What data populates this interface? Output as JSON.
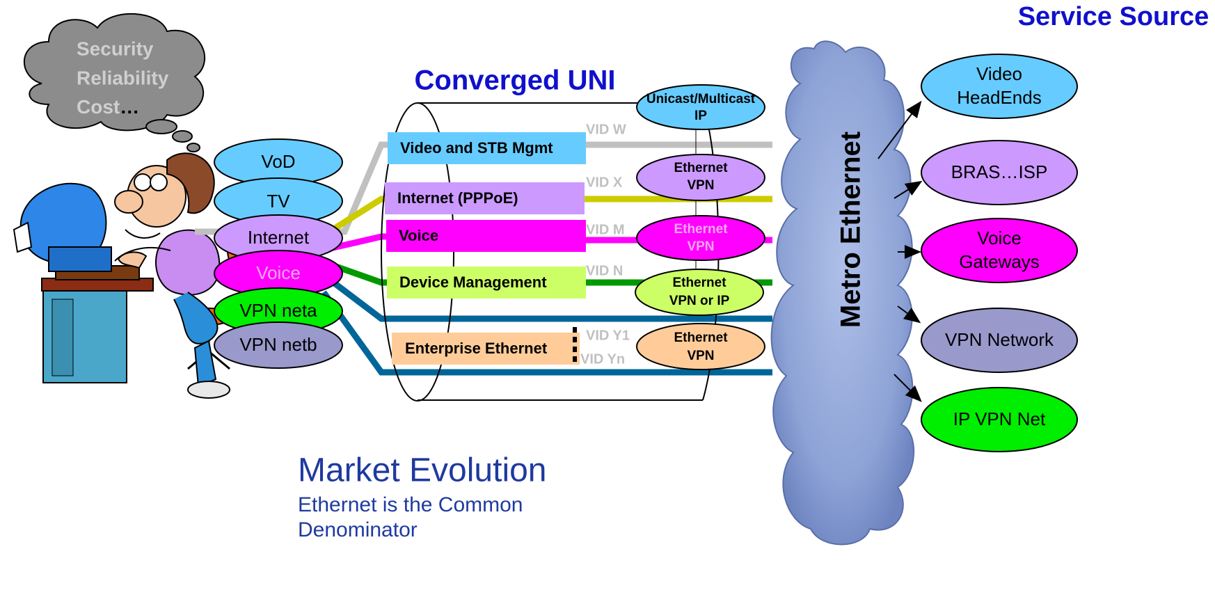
{
  "thought": {
    "line1": "Security",
    "line2": "Reliability",
    "line3a": "Cost",
    "line3b": "…"
  },
  "services": {
    "vod": "VoD",
    "tv": "TV",
    "internet": "Internet",
    "voice": "Voice",
    "vpn_neta": "VPN neta",
    "vpn_netb": "VPN netb"
  },
  "uni": {
    "title": "Converged UNI",
    "bars": {
      "video": "Video and STB Mgmt",
      "internet": "Internet (PPPoE)",
      "voice": "Voice",
      "device": "Device Management",
      "enterprise": "Enterprise Ethernet"
    },
    "vids": {
      "w": "VID W",
      "x": "VID X",
      "m": "VID M",
      "n": "VID N",
      "y1": "VID Y1",
      "yn": "VID Yn"
    },
    "tags": {
      "unicast_l1": "Unicast/Multicast",
      "unicast_l2": "IP",
      "eth1_l1": "Ethernet",
      "eth1_l2": "VPN",
      "eth2_l1": "Ethernet",
      "eth2_l2": "VPN",
      "eth3_l1": "Ethernet",
      "eth3_l2": "VPN or IP",
      "eth4_l1": "Ethernet",
      "eth4_l2": "VPN"
    }
  },
  "cloud_label": "Metro Ethernet",
  "service_source": {
    "title": "Service Source",
    "video_l1": "Video",
    "video_l2": "HeadEnds",
    "bras": "BRAS…ISP",
    "voice_l1": "Voice",
    "voice_l2": "Gateways",
    "vpn_network": "VPN Network",
    "ip_vpn": "IP VPN Net"
  },
  "market": {
    "title": "Market Evolution",
    "sub_l1": "Ethernet is the Common",
    "sub_l2": "Denominator"
  },
  "colors": {
    "light_blue": "#66ccff",
    "lavender": "#cc99ff",
    "magenta": "#ff00ff",
    "green": "#00ee00",
    "lime": "#ccff66",
    "peach": "#ffcc99",
    "purple_gray": "#9999cc",
    "gray_line": "#c0c0c0",
    "yellow_line": "#cccc00",
    "green_line": "#009900",
    "teal_line": "#006699",
    "cloud": "#8fa6d8"
  }
}
